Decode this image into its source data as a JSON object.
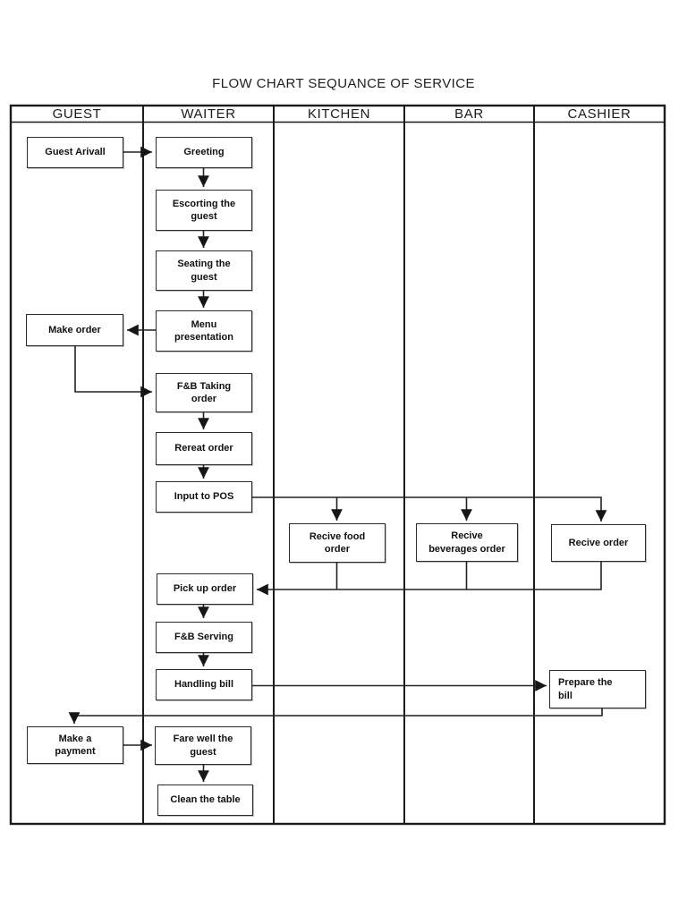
{
  "title": "FLOW CHART SEQUANCE OF SERVICE",
  "lanes": [
    "GUEST",
    "WAITER",
    "KITCHEN",
    "BAR",
    "CASHIER"
  ],
  "colors": {
    "ink": "#1a1a1a",
    "paper": "#ffffff"
  },
  "nodes": {
    "guest_arrival": {
      "label": "Guest Arivall",
      "lane": "GUEST"
    },
    "greeting": {
      "label": "Greeting",
      "lane": "WAITER"
    },
    "escorting_the_guest": {
      "label": "Escorting the\nguest",
      "lane": "WAITER"
    },
    "seating_the_guest": {
      "label": "Seating the\nguest",
      "lane": "WAITER"
    },
    "menu_presentation": {
      "label": "Menu\npresentation",
      "lane": "WAITER"
    },
    "make_order": {
      "label": "Make order",
      "lane": "GUEST"
    },
    "fb_taking_order": {
      "label": "F&B Taking\norder",
      "lane": "WAITER"
    },
    "rereat_order": {
      "label": "Rereat order",
      "lane": "WAITER"
    },
    "input_to_pos": {
      "label": "Input to POS",
      "lane": "WAITER"
    },
    "recive_food_order": {
      "label": "Recive food\norder",
      "lane": "KITCHEN"
    },
    "recive_beverages_order": {
      "label": "Recive\nbeverages order",
      "lane": "BAR"
    },
    "recive_order": {
      "label": "Recive order",
      "lane": "CASHIER"
    },
    "pick_up_order": {
      "label": "Pick up order",
      "lane": "WAITER"
    },
    "fb_serving": {
      "label": "F&B Serving",
      "lane": "WAITER"
    },
    "handling_bill": {
      "label": "Handling bill",
      "lane": "WAITER"
    },
    "prepare_the_bill": {
      "label": "Prepare the\nbill",
      "lane": "CASHIER"
    },
    "make_a_payment": {
      "label": "Make a\npayment",
      "lane": "GUEST"
    },
    "fare_well_the_guest": {
      "label": "Fare well the\nguest",
      "lane": "WAITER"
    },
    "clean_the_table": {
      "label": "Clean the table",
      "lane": "WAITER"
    }
  },
  "edges": [
    {
      "from": "guest_arrival",
      "to": "greeting"
    },
    {
      "from": "greeting",
      "to": "escorting_the_guest"
    },
    {
      "from": "escorting_the_guest",
      "to": "seating_the_guest"
    },
    {
      "from": "seating_the_guest",
      "to": "menu_presentation"
    },
    {
      "from": "menu_presentation",
      "to": "make_order"
    },
    {
      "from": "make_order",
      "to": "fb_taking_order"
    },
    {
      "from": "fb_taking_order",
      "to": "rereat_order"
    },
    {
      "from": "rereat_order",
      "to": "input_to_pos"
    },
    {
      "from": "input_to_pos",
      "to": "recive_food_order"
    },
    {
      "from": "input_to_pos",
      "to": "recive_beverages_order"
    },
    {
      "from": "input_to_pos",
      "to": "recive_order"
    },
    {
      "from": "recive_food_order",
      "to": "pick_up_order"
    },
    {
      "from": "recive_beverages_order",
      "to": "pick_up_order"
    },
    {
      "from": "recive_order",
      "to": "pick_up_order"
    },
    {
      "from": "pick_up_order",
      "to": "fb_serving"
    },
    {
      "from": "fb_serving",
      "to": "handling_bill"
    },
    {
      "from": "handling_bill",
      "to": "prepare_the_bill"
    },
    {
      "from": "prepare_the_bill",
      "to": "make_a_payment"
    },
    {
      "from": "make_a_payment",
      "to": "fare_well_the_guest"
    },
    {
      "from": "fare_well_the_guest",
      "to": "clean_the_table"
    }
  ]
}
